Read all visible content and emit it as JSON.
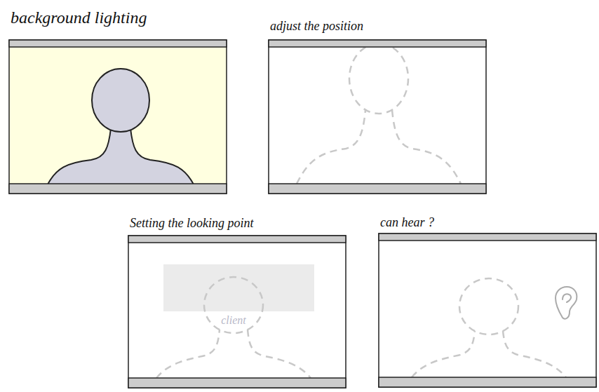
{
  "diagram": {
    "nodes": [
      {
        "text": [
          "background lighting"
        ]
      },
      {
        "text": [
          "adjust the position"
        ]
      },
      {
        "text": [
          "Setting the looking point"
        ]
      },
      {
        "text": [
          "client"
        ],
        "in": 2
      },
      {
        "text": [
          "can hear ?"
        ]
      }
    ]
  }
}
